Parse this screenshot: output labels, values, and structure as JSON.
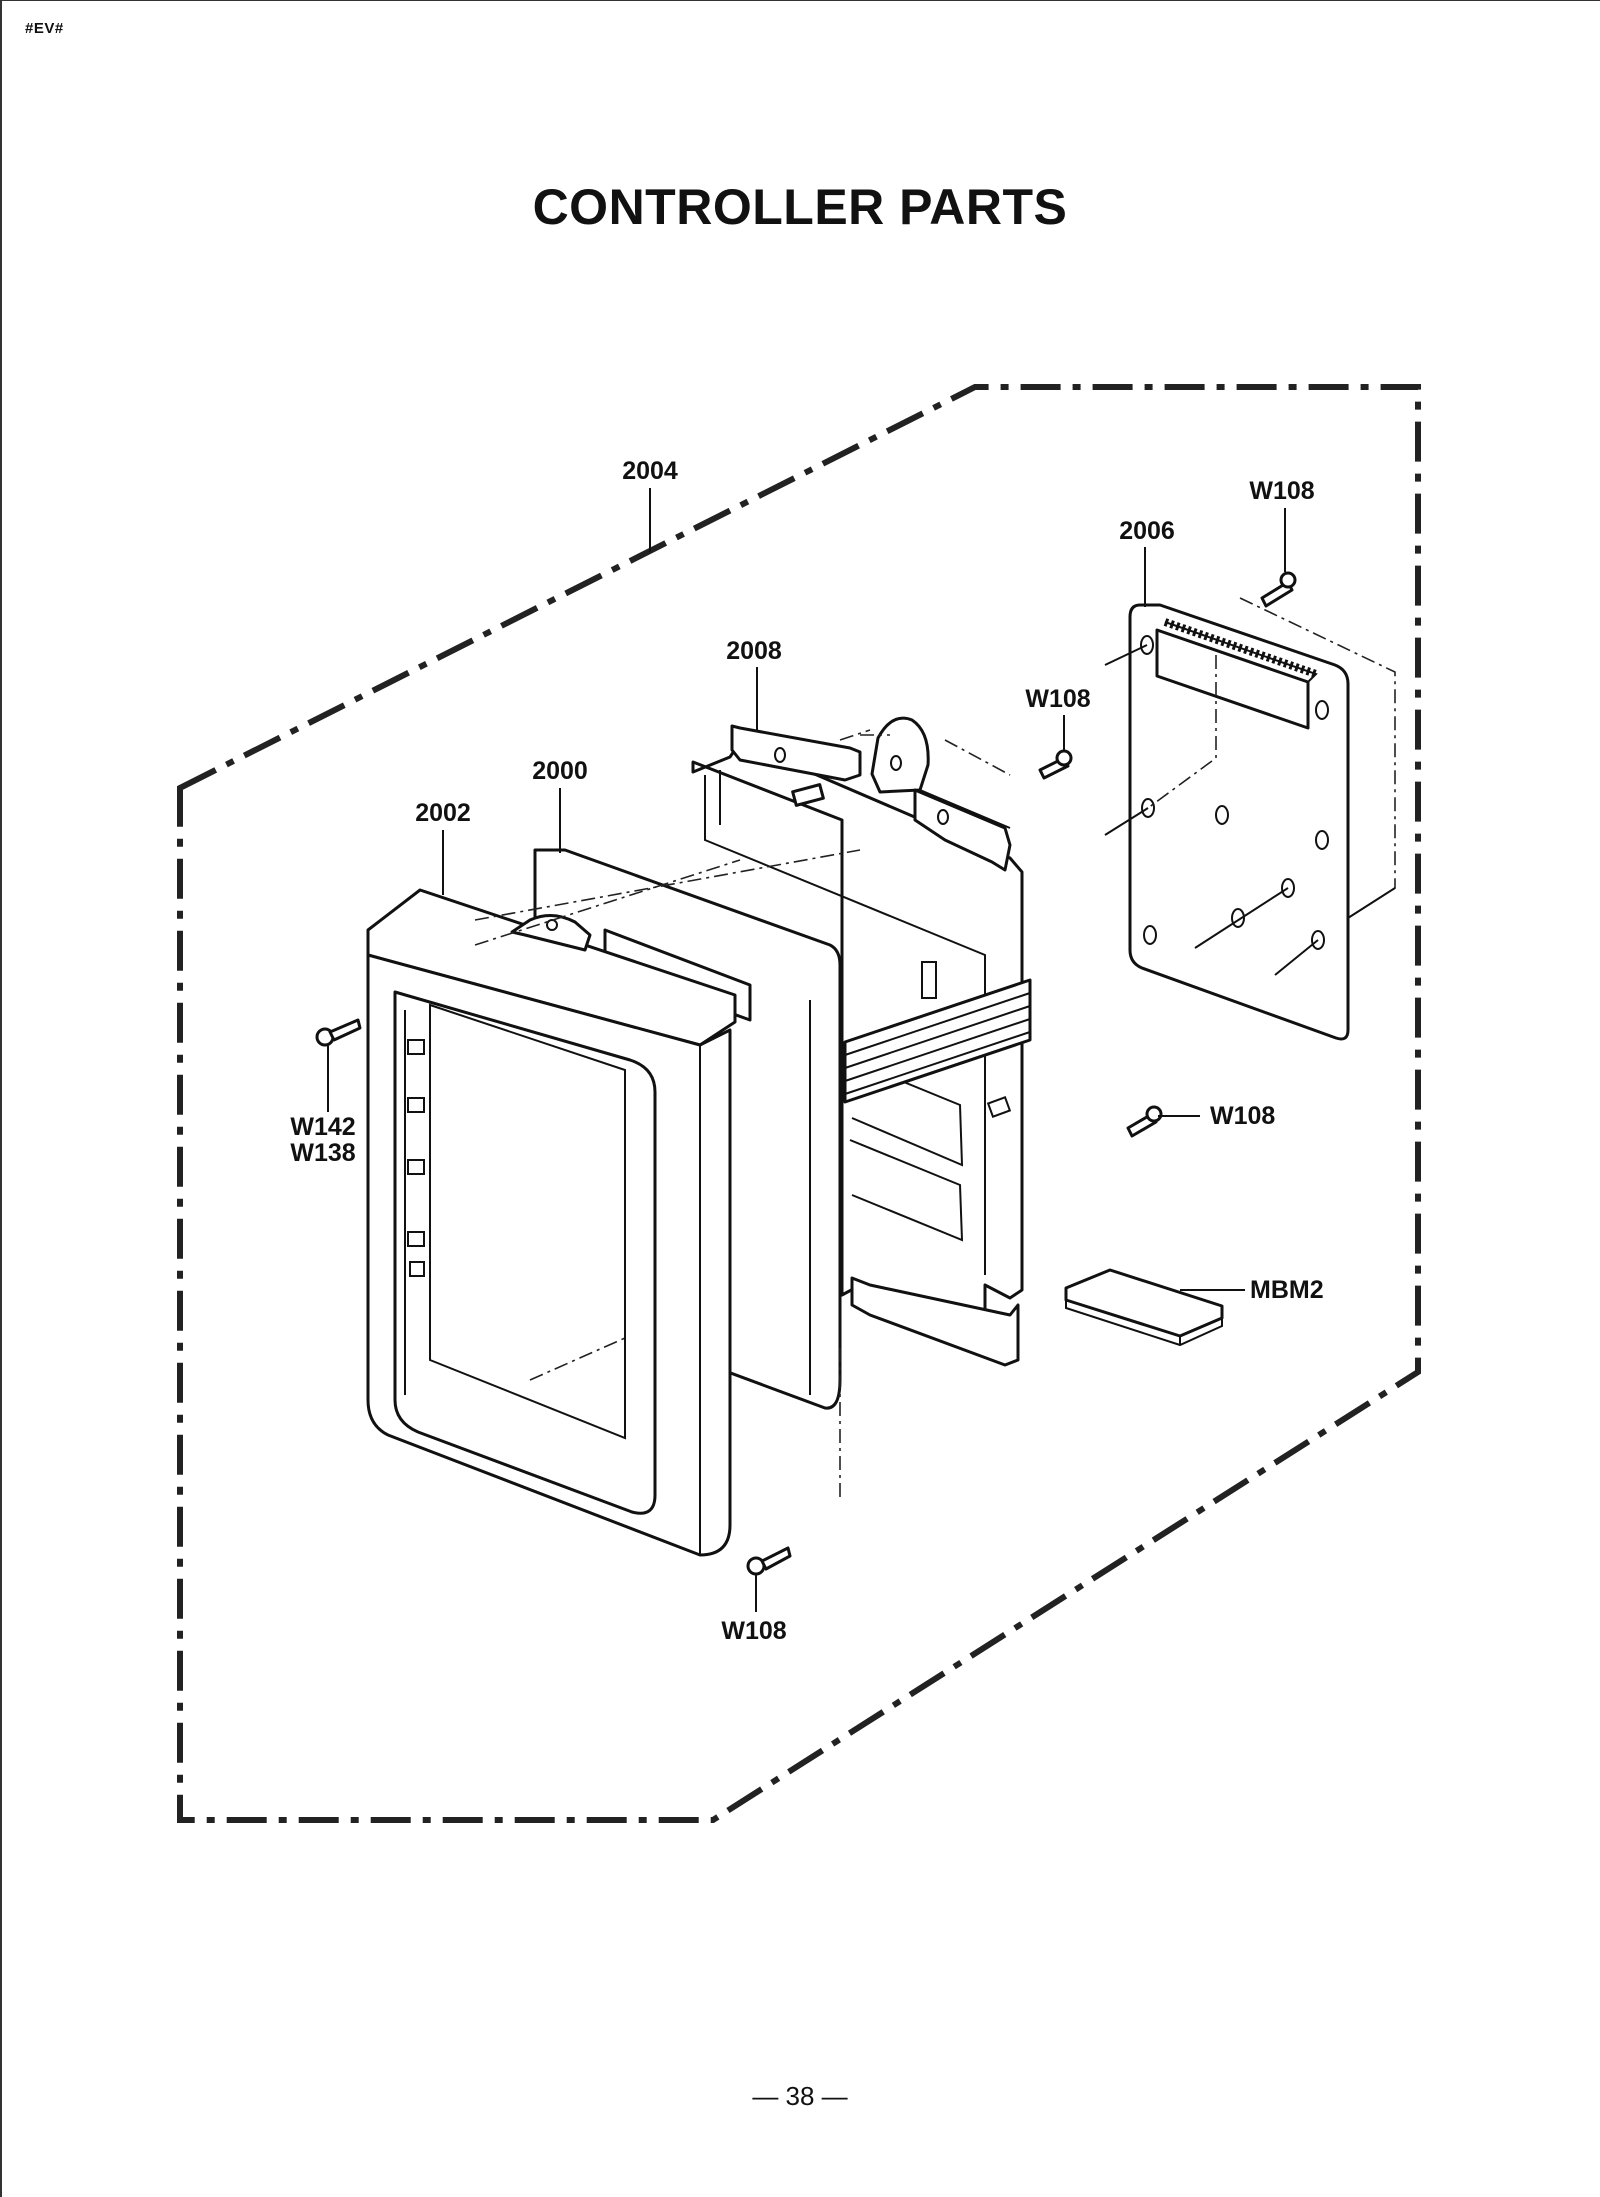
{
  "document": {
    "code": "#EV#",
    "title": "CONTROLLER PARTS",
    "page_number": "— 38 —"
  },
  "callouts": {
    "enclosure": "2004",
    "pcb": "2006",
    "screw_top_right": "W108",
    "bracket": "2008",
    "screw_bracket": "W108",
    "panel": "2000",
    "frame": "2002",
    "screw_frame_1": "W142",
    "screw_frame_2": "W138",
    "screw_mid_right": "W108",
    "module": "MBM2",
    "screw_bottom": "W108"
  }
}
